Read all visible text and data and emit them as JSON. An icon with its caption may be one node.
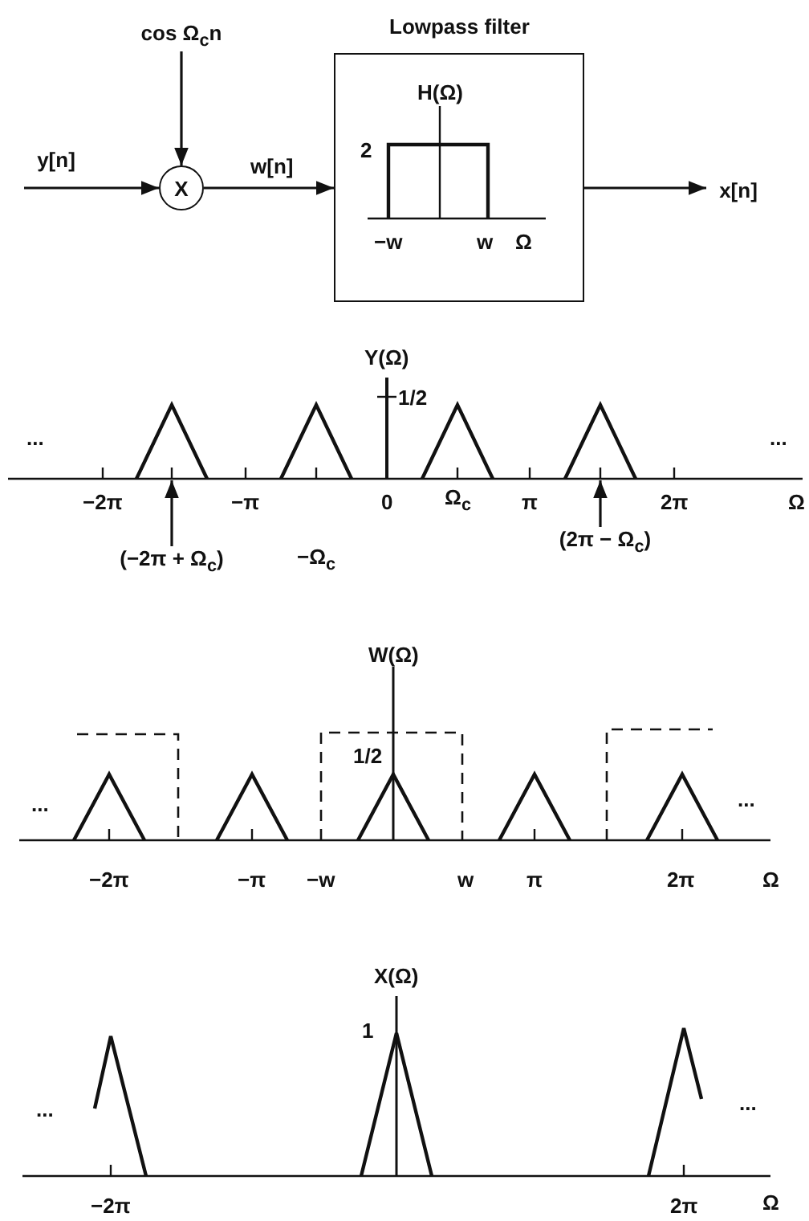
{
  "diagram": {
    "nodes": [
      {
        "text": [
          "cos Ω$_{c}$n"
        ]
      },
      {
        "text": [
          "y[n]"
        ]
      },
      {
        "text": [
          "X"
        ]
      },
      {
        "text": [
          "Lowpass filter"
        ]
      },
      {
        "text": [
          "x[n]"
        ]
      },
      {
        "text": [
          "(−2π + Ω$_{c}$)"
        ]
      },
      {
        "text": [
          "(2π − Ω$_{c}$)"
        ]
      },
      {
        "text": [],
        "shape": "picture"
      }
    ],
    "edges": [
      {
        "from": 1,
        "to": 2,
        "arrow": "to"
      },
      {
        "from": 0,
        "to": 2,
        "arrow": "to"
      },
      {
        "from": 2,
        "to": 3,
        "arrow": "to",
        "label": "w[n]"
      },
      {
        "from": 3,
        "to": 4,
        "arrow": "to"
      },
      {
        "from": 5,
        "to": 7,
        "arrow": "to"
      },
      {
        "from": 6,
        "to": 7,
        "arrow": "to"
      }
    ],
    "labels": [
      "H(Ω)",
      "2",
      "−w",
      "w",
      "Ω",
      "Y(Ω)",
      "1/2",
      "...",
      "...",
      "−2π",
      "−π",
      "0",
      "Ω$_{c}$",
      "π",
      "2π",
      "Ω",
      "−Ω$_{c}$",
      "W(Ω)",
      "1/2",
      "...",
      "...",
      "−2π",
      "−π",
      "−w",
      "w",
      "π",
      "2π",
      "Ω",
      "X(Ω)",
      "1",
      "...",
      "...",
      "−2π",
      "2π",
      "Ω"
    ]
  }
}
